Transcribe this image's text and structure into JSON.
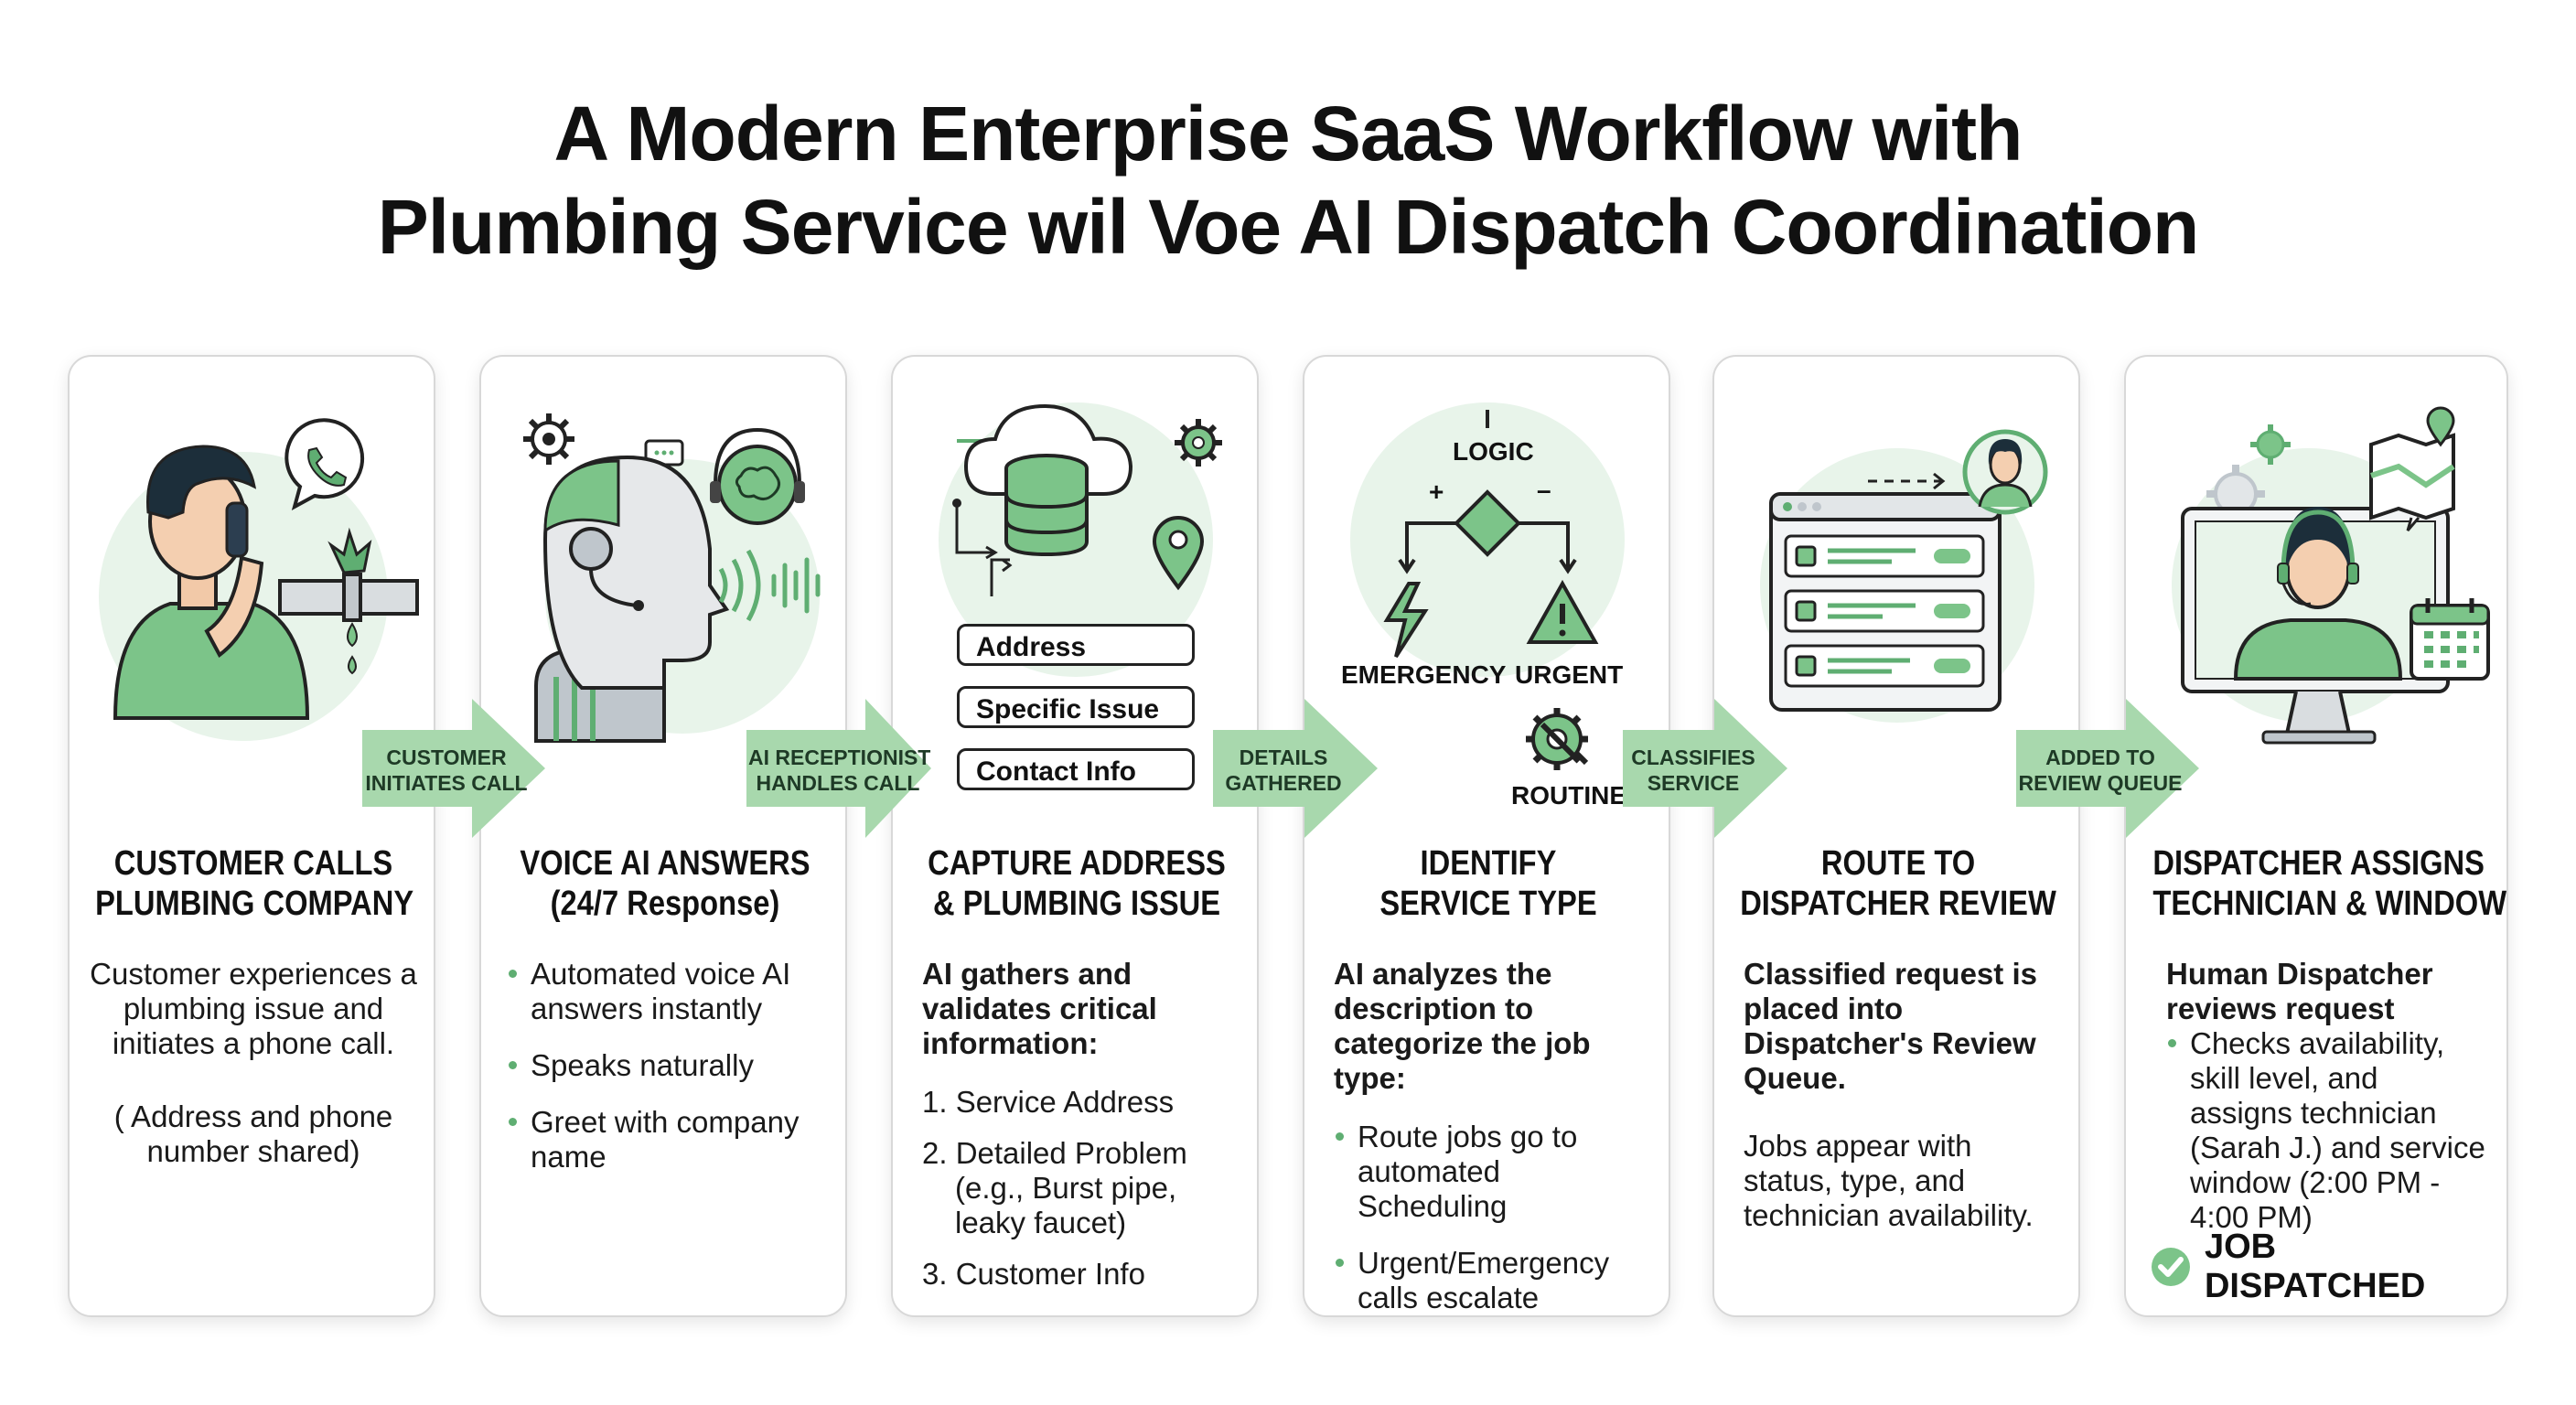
{
  "title": {
    "line1": "A  Modern Enterprise SaaS Workflow with",
    "line2": "Plumbing Service wil Voe AI Dispatch Coordination"
  },
  "colors": {
    "accent_green": "#5fae72",
    "light_green": "#dcefdf",
    "arrow_green": "#a8d8ad",
    "text": "#111111",
    "card_border": "#d8d8d8"
  },
  "steps": [
    {
      "title": [
        "CUSTOMER CALLS",
        "PLUMBING COMPANY"
      ],
      "body": [
        "Customer experiences a plumbing issue and initiates a phone call.",
        "( Address and phone number shared)"
      ],
      "icons": [
        "person-on-phone-icon",
        "chat-phone-icon",
        "leaking-pipe-icon"
      ]
    },
    {
      "title": [
        "VOICE AI ANSWERS",
        "(24/7 Response)"
      ],
      "bullets": [
        "Automated voice AI answers instantly",
        "Speaks naturally",
        "Greet with company name"
      ],
      "icons": [
        "robot-headset-icon",
        "gear-icon",
        "brain-headset-icon",
        "sound-wave-icon",
        "chat-bubble-icon"
      ]
    },
    {
      "title": [
        "CAPTURE ADDRESS",
        "& PLUMBING ISSUE"
      ],
      "fields": [
        "Address",
        "Specific Issue",
        "Contact Info"
      ],
      "intro": "AI gathers and validates critical information:",
      "numbered": [
        "1. Service Address",
        "2. Detailed Problem (e.g., Burst pipe, leaky faucet)",
        "3. Customer Info"
      ],
      "icons": [
        "cloud-database-icon",
        "gear-icon",
        "location-pin-icon"
      ]
    },
    {
      "title": [
        "IDENTIFY",
        "SERVICE TYPE"
      ],
      "diagram": {
        "logic": "LOGIC",
        "plus": "+",
        "minus": "–",
        "emergency": "EMERGENCY",
        "urgent": "URGENT",
        "routine": "ROUTINE"
      },
      "intro": "AI analyzes the description to categorize the job type:",
      "bullets": [
        "Route jobs go to automated Scheduling",
        "Urgent/Emergency calls escalate"
      ],
      "icons": [
        "lightning-icon",
        "warning-icon",
        "wrench-gear-icon"
      ]
    },
    {
      "title": [
        "ROUTE TO",
        "DISPATCHER REVIEW"
      ],
      "intro": "Classified request is placed into Dispatcher's Review Queue.",
      "body": "Jobs appear with status, type, and technician availability.",
      "icons": [
        "queue-window-icon",
        "dispatcher-avatar-icon"
      ]
    },
    {
      "title": [
        "DISPATCHER ASSIGNS",
        "TECHNICIAN & WINDOW"
      ],
      "intro": "Human Dispatcher reviews request",
      "bullets": [
        "Checks availability, skill level, and assigns technician (Sarah J.) and service window (2:00 PM - 4:00 PM)"
      ],
      "status": "JOB DISPATCHED",
      "icons": [
        "monitor-dispatcher-icon",
        "gear-icon",
        "map-icon",
        "calendar-icon",
        "check-circle-icon"
      ]
    }
  ],
  "arrows": [
    [
      "CUSTOMER",
      "INITIATES CALL"
    ],
    [
      "AI RECEPTIONIST",
      "HANDLES CALL"
    ],
    [
      "DETAILS",
      "GATHERED"
    ],
    [
      "CLASSIFIES",
      "SERVICE"
    ],
    [
      "ADDED TO",
      "REVIEW QUEUE"
    ]
  ]
}
